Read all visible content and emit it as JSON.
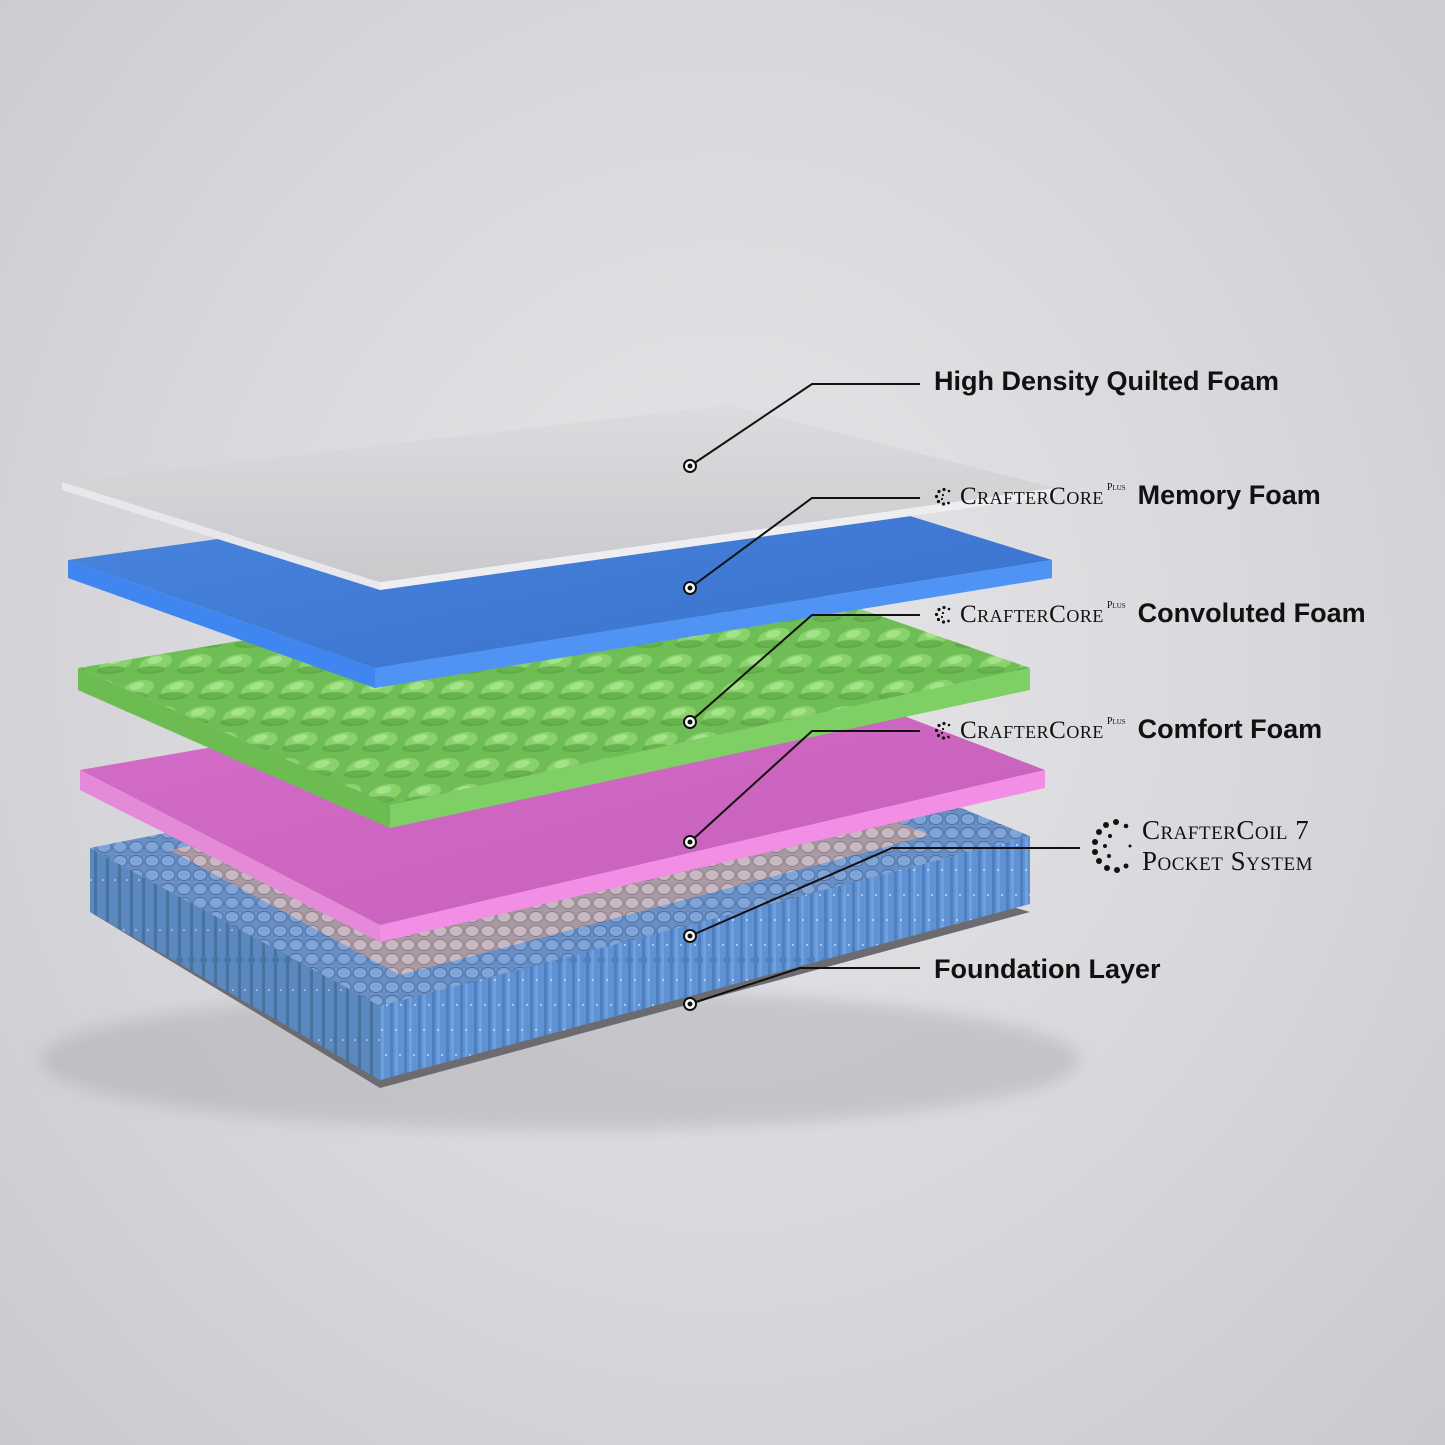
{
  "labels": {
    "quilted": "High Density Quilted Foam",
    "brand_name": "CrafterCore",
    "brand_plus": "Plus",
    "memory": "Memory Foam",
    "convoluted": "Convoluted Foam",
    "comfort": "Comfort Foam",
    "coil_line1": "CrafterCoil 7",
    "coil_line2": "Pocket System",
    "foundation": "Foundation Layer"
  },
  "colors": {
    "quilted": "#d6d6d9",
    "memory": "#3f7fdc",
    "convoluted": "#73c25a",
    "comfort": "#e27ad1",
    "coil": "#5b8ccc",
    "foundation": "#6c6c70"
  }
}
